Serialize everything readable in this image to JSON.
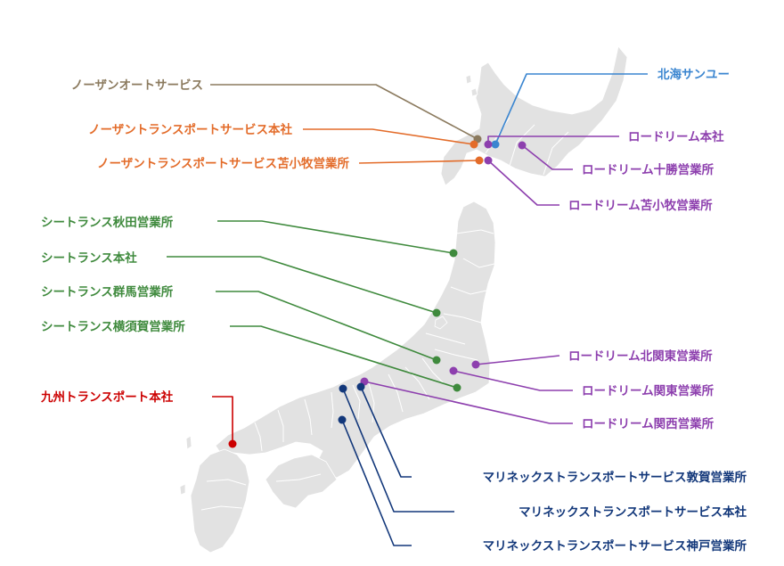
{
  "colors": {
    "land": "#e2e2e2",
    "border": "#ffffff",
    "brown": "#8b7a5e",
    "orange": "#e36c2a",
    "blue": "#3a85d0",
    "purple": "#8d3fae",
    "green": "#3f8a3d",
    "red": "#cc0000",
    "navy": "#12377a"
  },
  "offices": [
    {
      "id": "northern-auto-service",
      "label": "ノーザンオートサービス",
      "color": "brown"
    },
    {
      "id": "northern-transport-hq",
      "label": "ノーザントランスポートサービス本社",
      "color": "orange"
    },
    {
      "id": "northern-transport-tomakomai",
      "label": "ノーザントランスポートサービス苫小牧営業所",
      "color": "orange"
    },
    {
      "id": "hokkai-sanyu",
      "label": "北海サンユー",
      "color": "blue"
    },
    {
      "id": "roadream-hq",
      "label": "ロードリーム本社",
      "color": "purple"
    },
    {
      "id": "roadream-tokachi",
      "label": "ロードリーム十勝営業所",
      "color": "purple"
    },
    {
      "id": "roadream-tomakomai",
      "label": "ロードリーム苫小牧営業所",
      "color": "purple"
    },
    {
      "id": "seatrans-akita",
      "label": "シートランス秋田営業所",
      "color": "green"
    },
    {
      "id": "seatrans-hq",
      "label": "シートランス本社",
      "color": "green"
    },
    {
      "id": "seatrans-gunma",
      "label": "シートランス群馬営業所",
      "color": "green"
    },
    {
      "id": "seatrans-yokosuka",
      "label": "シートランス横須賀営業所",
      "color": "green"
    },
    {
      "id": "roadream-kitakanto",
      "label": "ロードリーム北関東営業所",
      "color": "purple"
    },
    {
      "id": "roadream-kanto",
      "label": "ロードリーム関東営業所",
      "color": "purple"
    },
    {
      "id": "roadream-kansai",
      "label": "ロードリーム関西営業所",
      "color": "purple"
    },
    {
      "id": "kyushu-transport-hq",
      "label": "九州トランスポート本社",
      "color": "red"
    },
    {
      "id": "marinex-tsuruga",
      "label": "マリネックストランスポートサービス敦賀営業所",
      "color": "navy"
    },
    {
      "id": "marinex-hq",
      "label": "マリネックストランスポートサービス本社",
      "color": "navy"
    },
    {
      "id": "marinex-kobe",
      "label": "マリネックストランスポートサービス神戸営業所",
      "color": "navy"
    }
  ]
}
